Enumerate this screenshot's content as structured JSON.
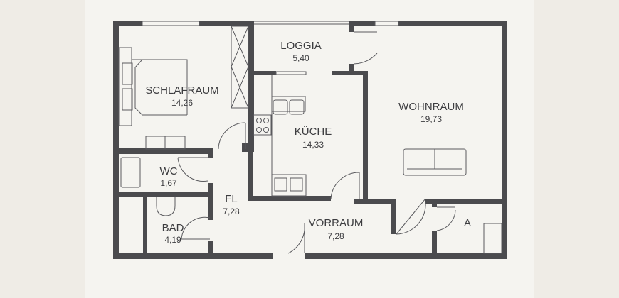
{
  "plan": {
    "wall_color": "#4b4b4e",
    "background": "#f5f4f0",
    "rooms": {
      "schlafraum": {
        "name": "SCHLAFRAUM",
        "area": "14,26"
      },
      "loggia": {
        "name": "LOGGIA",
        "area": "5,40"
      },
      "kueche": {
        "name": "KÜCHE",
        "area": "14,33"
      },
      "wohnraum": {
        "name": "WOHNRAUM",
        "area": "19,73"
      },
      "wc": {
        "name": "WC",
        "area": "1,67"
      },
      "fl": {
        "name": "FL",
        "area": "7,28"
      },
      "bad": {
        "name": "BAD",
        "area": "4,19"
      },
      "vorraum": {
        "name": "VORRAUM",
        "area": "7,28"
      },
      "abstell": {
        "name": "A"
      }
    }
  }
}
